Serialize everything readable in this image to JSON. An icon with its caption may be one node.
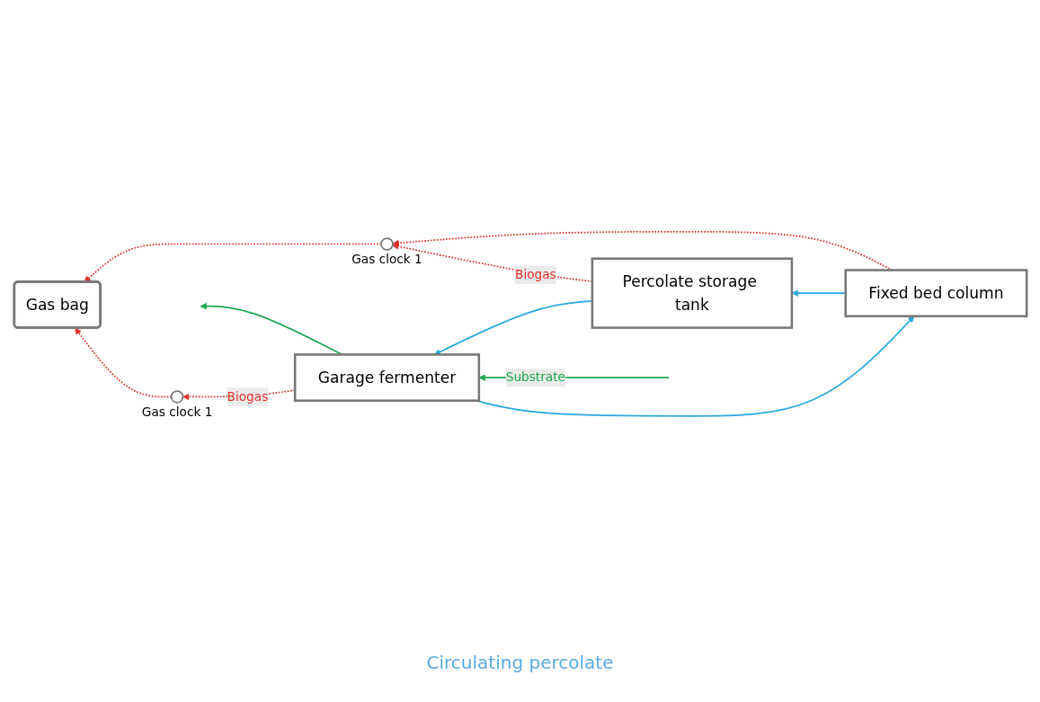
{
  "diagram": {
    "nodes": [
      {
        "text": [
          "Gas bag"
        ]
      },
      {
        "text": [
          "Fixed bed column"
        ]
      },
      {
        "text": [
          "Percolate storage tank"
        ]
      },
      {
        "text": [],
        "shape": "circle",
        "beside": [
          "Gas clock 1"
        ]
      },
      {
        "text": [],
        "shape": "circle",
        "beside": [
          "Gas clock 1"
        ]
      },
      {
        "text": [
          "Garage fermenter"
        ]
      }
    ],
    "edges": [
      {
        "from": 1,
        "to": 3,
        "arrow": "to",
        "style": "dashed",
        "color": "#e0302a"
      },
      {
        "from": 2,
        "to": 3,
        "arrow": "to",
        "style": "dashed",
        "color": "#e0302a",
        "label": "Biogas"
      },
      {
        "from": 3,
        "to": 0,
        "arrow": "to",
        "style": "dashed",
        "color": "#e0302a"
      },
      {
        "from": 4,
        "to": 0,
        "arrow": "to",
        "style": "dashed",
        "color": "#e0302a"
      },
      {
        "from": 5,
        "to": 4,
        "arrow": "to",
        "style": "dashed",
        "color": "#e0302a",
        "label": "Biogas"
      },
      {
        "from": 1,
        "to": 2,
        "arrow": "to",
        "color": "#29a8e0"
      },
      {
        "from": 2,
        "to": 5,
        "arrow": "to",
        "color": "#29a8e0"
      },
      {
        "from": 5,
        "to": 1,
        "arrow": "to",
        "color": "#29a8e0"
      },
      {
        "from": null,
        "to": 5,
        "arrow": "to",
        "color": "#1fa84f",
        "label": "Substrate"
      },
      {
        "from": 5,
        "to": null,
        "arrow": "to",
        "color": "#1fa84f"
      }
    ],
    "labels": [
      "Circulating percolate"
    ]
  }
}
